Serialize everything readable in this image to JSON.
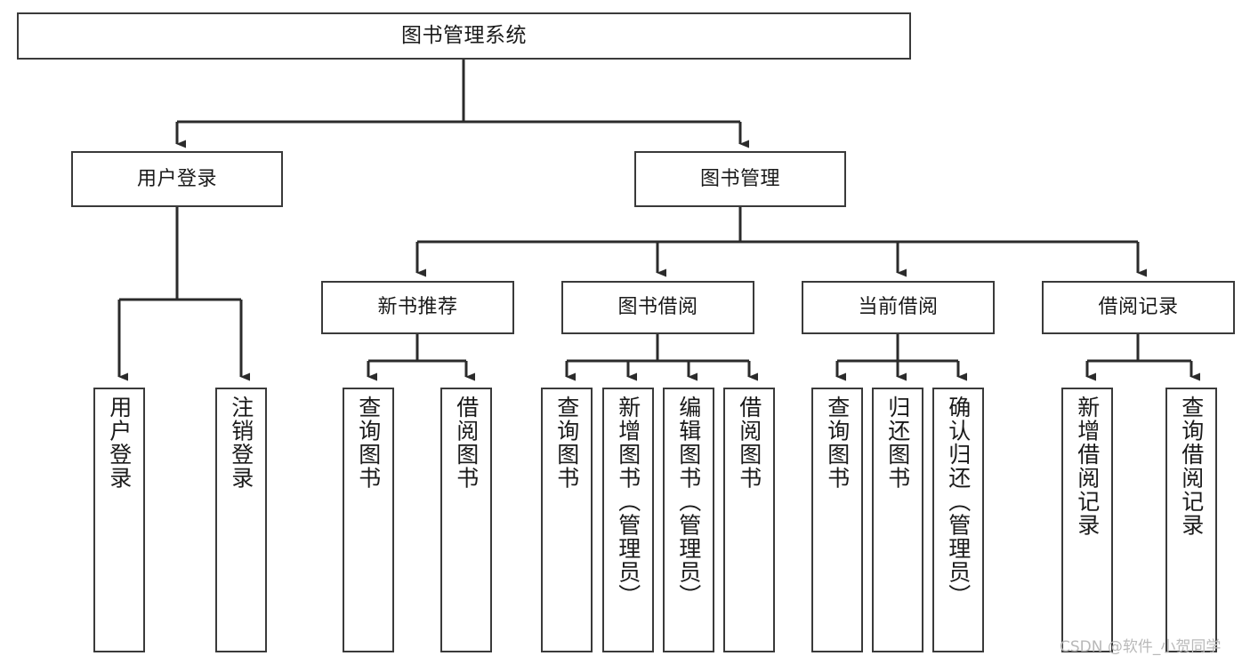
{
  "diagram": {
    "title": "图书管理系统",
    "type": "functional-structure-tree",
    "watermark": "CSDN @软件_小贺同学",
    "colors": {
      "box_border": "#3a3a3a",
      "box_fill": "#ffffff",
      "edge": "#2b2b2b",
      "text": "#1a1a1a",
      "watermark": "#b9b9b9",
      "background": "#ffffff"
    },
    "levels": {
      "level1": [
        "图书管理系统"
      ],
      "level2": [
        "用户登录",
        "图书管理"
      ],
      "level3": [
        "新书推荐",
        "图书借阅",
        "当前借阅",
        "借阅记录"
      ],
      "level4": [
        "用户登录",
        "注销登录",
        "查询图书",
        "借阅图书",
        "查询图书",
        "新增图书（管理员）",
        "编辑图书（管理员）",
        "借阅图书",
        "查询图书",
        "归还图书",
        "确认归还（管理员）",
        "新增借阅记录",
        "查询借阅记录"
      ]
    },
    "nodes": {
      "root": {
        "label": "图书管理系统"
      },
      "user_login": {
        "label": "用户登录"
      },
      "book_manage": {
        "label": "图书管理"
      },
      "new_book_rec": {
        "label": "新书推荐"
      },
      "book_borrow": {
        "label": "图书借阅"
      },
      "current_borrow": {
        "label": "当前借阅"
      },
      "borrow_record": {
        "label": "借阅记录"
      },
      "leaf_user_login": {
        "label": "用户登录"
      },
      "leaf_logout": {
        "label": "注销登录"
      },
      "leaf_query_book_1": {
        "label": "查询图书"
      },
      "leaf_borrow_book_1": {
        "label": "借阅图书"
      },
      "leaf_query_book_2": {
        "label": "查询图书"
      },
      "leaf_add_book_admin": {
        "label": "新增图书（管理员）"
      },
      "leaf_edit_book_admin": {
        "label": "编辑图书（管理员）"
      },
      "leaf_borrow_book_2": {
        "label": "借阅图书"
      },
      "leaf_query_book_3": {
        "label": "查询图书"
      },
      "leaf_return_book": {
        "label": "归还图书"
      },
      "leaf_confirm_return_admin": {
        "label": "确认归还（管理员）"
      },
      "leaf_add_borrow_record": {
        "label": "新增借阅记录"
      },
      "leaf_query_borrow_record": {
        "label": "查询借阅记录"
      }
    }
  }
}
